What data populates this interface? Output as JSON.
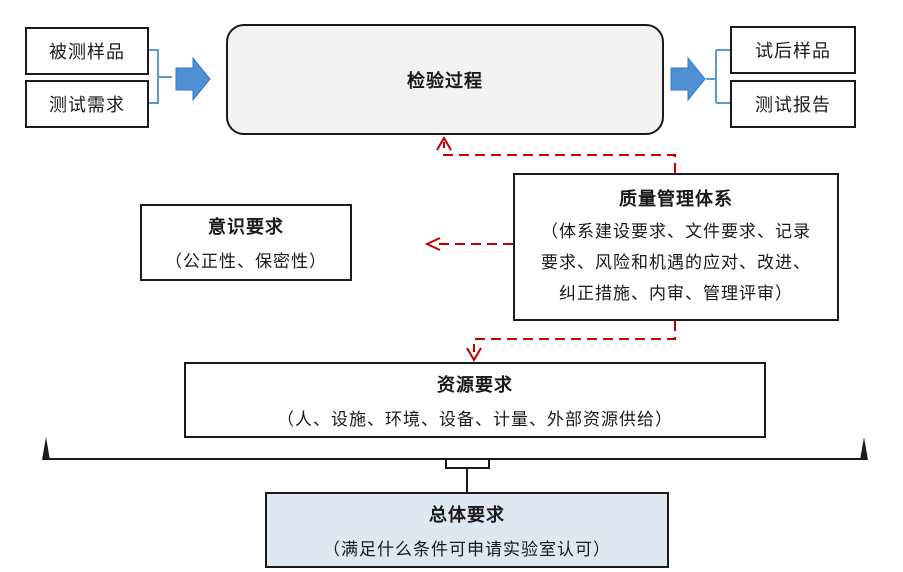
{
  "inputs": [
    "被测样品",
    "测试需求"
  ],
  "process": "检验过程",
  "outputs": [
    "试后样品",
    "测试报告"
  ],
  "qms": {
    "title": "质量管理体系",
    "lines": [
      "（体系建设要求、文件要求、记录",
      "要求、风险和机遇的应对、改进、",
      "纠正措施、内审、管理评审）"
    ]
  },
  "awareness": {
    "title": "意识要求",
    "detail": "（公正性、保密性）"
  },
  "resource": {
    "title": "资源要求",
    "detail": "（人、设施、环境、设备、计量、外部资源供给）"
  },
  "general": {
    "title": "总体要求",
    "detail": "（满足什么条件可申请实验室认可）"
  },
  "colors": {
    "dashed_arrow": "#c00000",
    "block_arrow": "#4f8fd3",
    "bracket": "#5b9bd5",
    "general_fill": "#dde8f3"
  }
}
